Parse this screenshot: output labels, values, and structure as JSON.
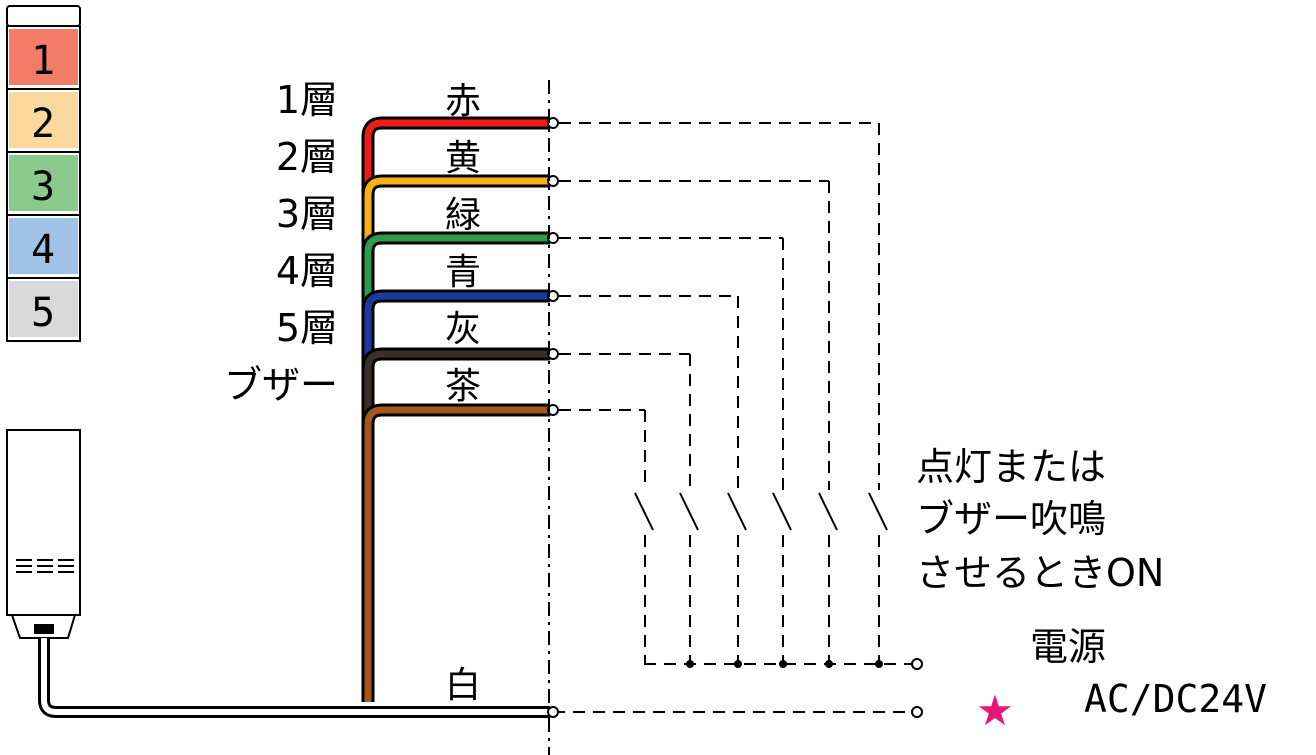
{
  "tower": {
    "segments": [
      {
        "label": "1",
        "color": "#f27c66"
      },
      {
        "label": "2",
        "color": "#fbd89c"
      },
      {
        "label": "3",
        "color": "#8cc98c"
      },
      {
        "label": "4",
        "color": "#9fc2e6"
      },
      {
        "label": "5",
        "color": "#d9d9d9"
      }
    ]
  },
  "layers": [
    {
      "label": "1層",
      "color_name": "赤",
      "color": "#ef1a1a"
    },
    {
      "label": "2層",
      "color_name": "黄",
      "color": "#f9b112"
    },
    {
      "label": "3層",
      "color_name": "緑",
      "color": "#2e9b47"
    },
    {
      "label": "4層",
      "color_name": "青",
      "color": "#1a3a9e"
    },
    {
      "label": "5層",
      "color_name": "灰",
      "color": "#3a302b"
    },
    {
      "label": "ブザー",
      "color_name": "茶",
      "color": "#a5561b"
    }
  ],
  "common": {
    "color_name": "白"
  },
  "switch_note": [
    "点灯または",
    "ブザー吹鳴",
    "させるときON"
  ],
  "power": {
    "label": "電源",
    "spec": "AC/DC24V",
    "marker": "★",
    "marker_color": "#e8157c"
  }
}
